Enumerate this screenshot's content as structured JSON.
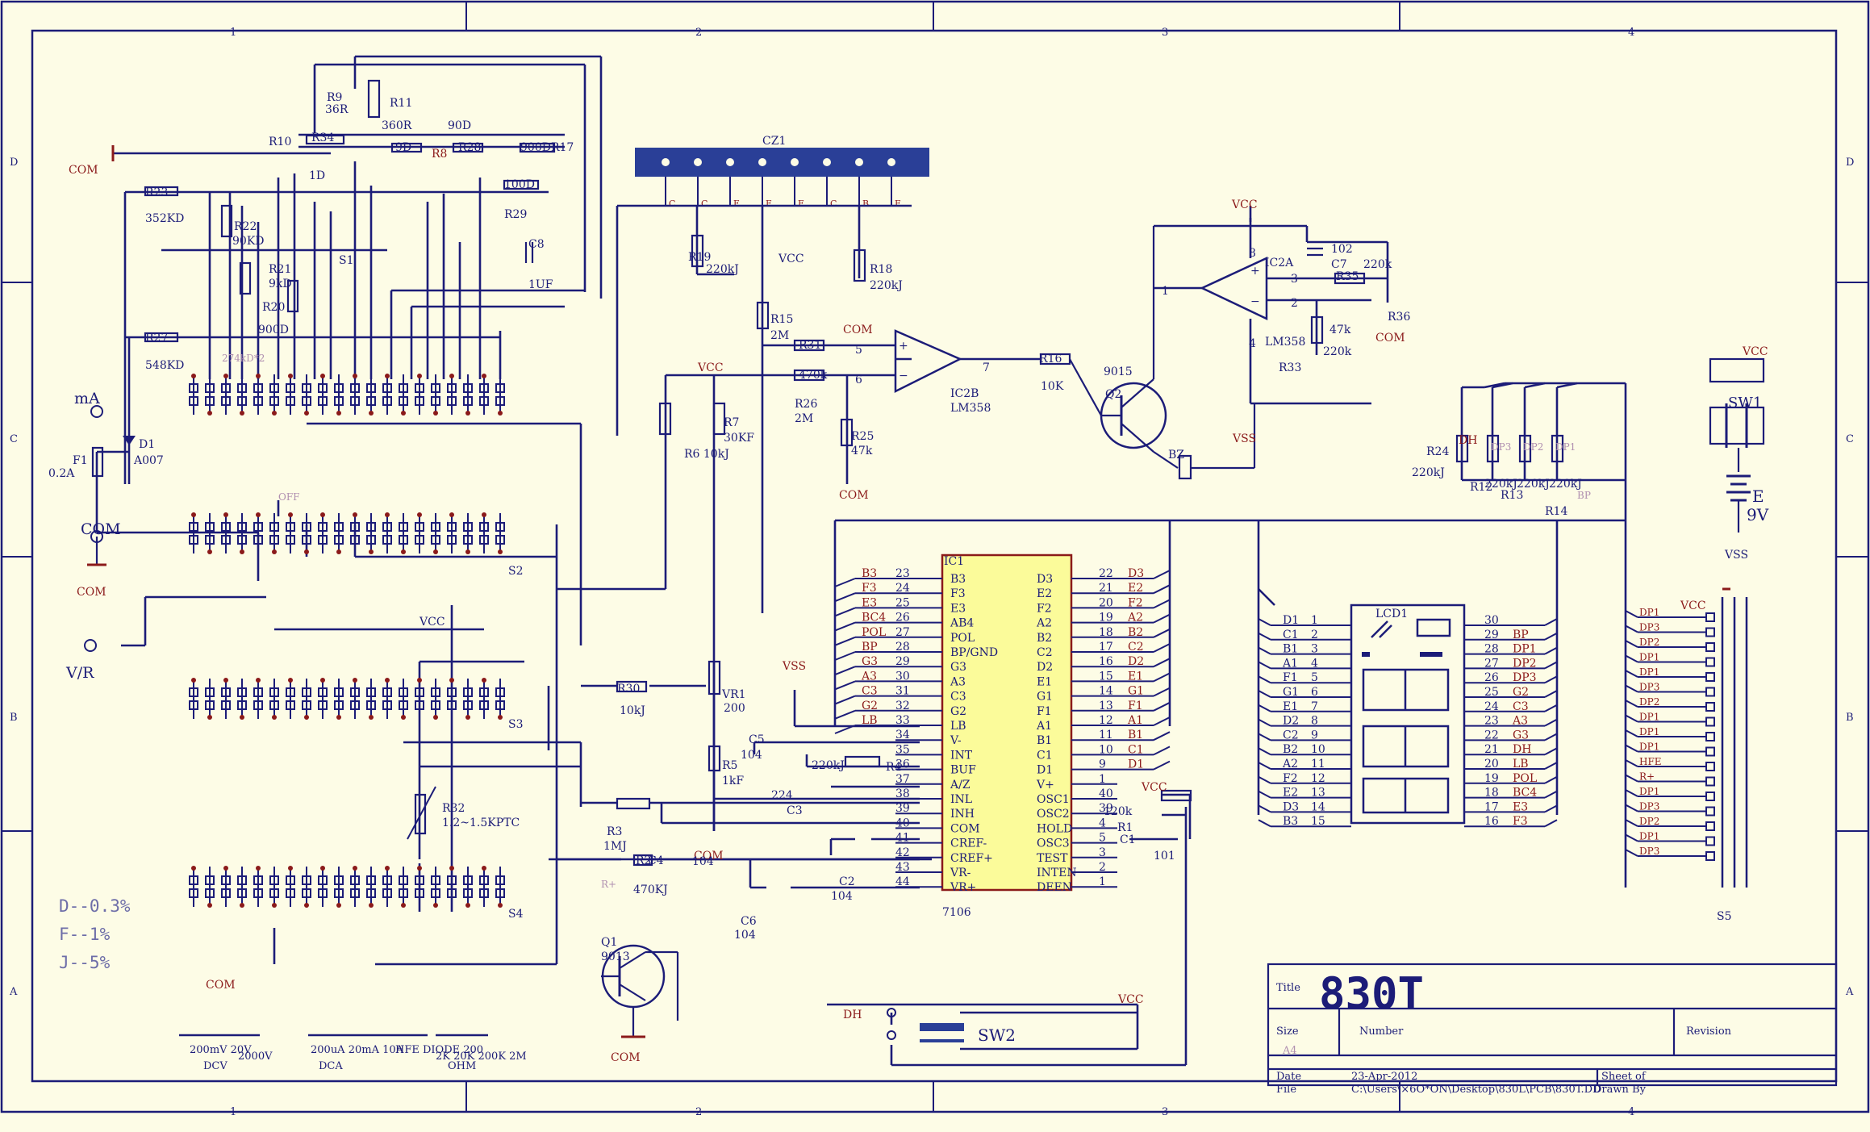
{
  "frame": {
    "zones_top": [
      "1",
      "2",
      "3",
      "4"
    ],
    "zones_side": [
      "D",
      "C",
      "B",
      "A"
    ]
  },
  "title_block": {
    "title_label": "Title",
    "title": "830T",
    "size_label": "Size",
    "size": "A4",
    "number_label": "Number",
    "revision_label": "Revision",
    "date_label": "Date",
    "date": "23-Apr-2012",
    "sheet_label": "Sheet of",
    "file_label": "File",
    "file": "C:\\Users\\×6O*ON\\Desktop\\830L\\PCB\\830T.DD",
    "drawn_label": "Drawn By"
  },
  "tolerance_notes": [
    "D--0.3%",
    "F--1%",
    "J--5%"
  ],
  "terminals": {
    "ma": "mA",
    "com": "COM",
    "vr": "V/R"
  },
  "nets": {
    "com": "COM",
    "vcc": "VCC",
    "vss": "VSS",
    "rplus": "R+"
  },
  "connector": {
    "ref": "CZ1",
    "pins": [
      "C",
      "C",
      "E",
      "E",
      "E",
      "C",
      "B",
      "E"
    ]
  },
  "switch_groups": {
    "s1": "S1",
    "s2": "S2",
    "s3": "S3",
    "s4": "S4",
    "s5": "S5",
    "sw1": "SW1",
    "sw2": "SW2"
  },
  "range_labels": [
    {
      "text": "200mV 20V",
      "group": "DCV"
    },
    {
      "text": "2000V",
      "group": ""
    },
    {
      "text": "200uA 20mA 10A",
      "group": "DCA"
    },
    {
      "text": "HFE DIODE 200",
      "group": "OHM"
    },
    {
      "text": "2K 20K 200K 2M",
      "group": ""
    }
  ],
  "components": {
    "r9": "R9",
    "r9v": "36R",
    "r11": "R11",
    "r11v": "360R",
    "r10": "R10",
    "r34": "R34",
    "v90d": "90D",
    "v9d": "9D",
    "r8": "R8",
    "r28": "R28",
    "v900d": "900DR17",
    "v1d": "1D",
    "r23": "R23",
    "r23v": "352KD",
    "r22": "R22",
    "r22v": "90KD",
    "v100d": "100D",
    "r29": "R29",
    "r21": "R21",
    "r21v": "9kD",
    "r20": "R20",
    "r20v": "900D",
    "c8": "C8",
    "c8v": "1UF",
    "r27": "R27",
    "r27v": "548KD",
    "r274": "274kD*2",
    "f1": "F1",
    "f1v": "0.2A",
    "d1": "D1",
    "d1v": "A007",
    "off": "OFF",
    "r19": "R19",
    "r19v": "220kJ",
    "r18": "R18",
    "r18v": "220kJ",
    "r15": "R15",
    "r15v": "2M",
    "r31": "R31",
    "r470k": "470k",
    "r26": "R26",
    "r26v": "2M",
    "r25": "R25",
    "r25v": "47k",
    "r7": "R7",
    "r7v": "30KF",
    "r6": "R6 10kJ",
    "ic2b": "IC2B",
    "ic2bv": "LM358",
    "r16": "R16",
    "r16v": "10K",
    "q2": "Q2",
    "q2v": "9015",
    "bz": "BZ",
    "ic2a": "IC2A",
    "ic2av": "LM358",
    "c102": "102",
    "c7": "C7",
    "r35": "R35",
    "r220k": "220k",
    "r36": "R36",
    "r47k": "47k",
    "r33": "R33",
    "r33v": "220k",
    "r24": "R24",
    "r24v": "220kJ",
    "dh": "DH",
    "dp3": "DP3",
    "dp2": "DP2",
    "dp1": "DP1",
    "r12": "R12",
    "r13": "R13",
    "r14": "R14",
    "r220kj": "220kJ",
    "bp": "BP",
    "battery": "E",
    "battery_v": "9V",
    "r30": "R30",
    "r30v": "10kJ",
    "vr1": "VR1",
    "vr1v": "200",
    "c5": "C5",
    "c5v": "104",
    "r4": "R4",
    "r4v": "220kJ",
    "r5": "R5",
    "r5v": "1kF",
    "c3": "C3",
    "c3v": "224",
    "r3": "R3",
    "r3v": "1MJ",
    "r2": "R2",
    "r2v": "470KJ",
    "c4": "C4",
    "c4v": "104",
    "c2": "C2",
    "c2v": "104",
    "c6": "C6",
    "c6v": "104",
    "r32": "R32",
    "r32v": "1.2~1.5KPTC",
    "q1": "Q1",
    "q1v": "9013",
    "ic1": "IC1",
    "ic1v": "7106",
    "r1": "R1",
    "r1v": "120k",
    "c1": "C1",
    "c1v": "101",
    "lcd1": "LCD1"
  },
  "ic1_left_pins": [
    {
      "net": "B3",
      "num": "23",
      "name": "B3"
    },
    {
      "net": "F3",
      "num": "24",
      "name": "F3"
    },
    {
      "net": "E3",
      "num": "25",
      "name": "E3"
    },
    {
      "net": "BC4",
      "num": "26",
      "name": "AB4"
    },
    {
      "net": "POL",
      "num": "27",
      "name": "POL"
    },
    {
      "net": "BP",
      "num": "28",
      "name": "BP/GND"
    },
    {
      "net": "G3",
      "num": "29",
      "name": "G3"
    },
    {
      "net": "A3",
      "num": "30",
      "name": "A3"
    },
    {
      "net": "C3",
      "num": "31",
      "name": "C3"
    },
    {
      "net": "G2",
      "num": "32",
      "name": "G2"
    },
    {
      "net": "LB",
      "num": "33",
      "name": "LB"
    },
    {
      "net": "",
      "num": "34",
      "name": "V-"
    },
    {
      "net": "",
      "num": "35",
      "name": "INT"
    },
    {
      "net": "",
      "num": "36",
      "name": "BUF"
    },
    {
      "net": "",
      "num": "37",
      "name": "A/Z"
    },
    {
      "net": "",
      "num": "38",
      "name": "INL"
    },
    {
      "net": "",
      "num": "39",
      "name": "INH"
    },
    {
      "net": "",
      "num": "40",
      "name": "COM"
    },
    {
      "net": "",
      "num": "41",
      "name": "CREF-"
    },
    {
      "net": "",
      "num": "42",
      "name": "CREF+"
    },
    {
      "net": "",
      "num": "43",
      "name": "VR-"
    },
    {
      "net": "",
      "num": "44",
      "name": "VR+"
    }
  ],
  "ic1_right_pins": [
    {
      "name": "D3",
      "num": "22",
      "net": "D3"
    },
    {
      "name": "E2",
      "num": "21",
      "net": "E2"
    },
    {
      "name": "F2",
      "num": "20",
      "net": "F2"
    },
    {
      "name": "A2",
      "num": "19",
      "net": "A2"
    },
    {
      "name": "B2",
      "num": "18",
      "net": "B2"
    },
    {
      "name": "C2",
      "num": "17",
      "net": "C2"
    },
    {
      "name": "D2",
      "num": "16",
      "net": "D2"
    },
    {
      "name": "E1",
      "num": "15",
      "net": "E1"
    },
    {
      "name": "G1",
      "num": "14",
      "net": "G1"
    },
    {
      "name": "F1",
      "num": "13",
      "net": "F1"
    },
    {
      "name": "A1",
      "num": "12",
      "net": "A1"
    },
    {
      "name": "B1",
      "num": "11",
      "net": "B1"
    },
    {
      "name": "C1",
      "num": "10",
      "net": "C1"
    },
    {
      "name": "D1",
      "num": "9",
      "net": "D1"
    },
    {
      "name": "V+",
      "num": "1",
      "net": ""
    },
    {
      "name": "OSC1",
      "num": "40",
      "net": ""
    },
    {
      "name": "OSC2",
      "num": "39",
      "net": ""
    },
    {
      "name": "HOLD",
      "num": "4",
      "net": ""
    },
    {
      "name": "OSC3",
      "num": "5",
      "net": ""
    },
    {
      "name": "TEST",
      "num": "3",
      "net": ""
    },
    {
      "name": "INTEN",
      "num": "2",
      "net": ""
    },
    {
      "name": "DEEN",
      "num": "1",
      "net": ""
    }
  ],
  "lcd_left_pins": [
    {
      "net": "D1",
      "num": "1"
    },
    {
      "net": "C1",
      "num": "2"
    },
    {
      "net": "B1",
      "num": "3"
    },
    {
      "net": "A1",
      "num": "4"
    },
    {
      "net": "F1",
      "num": "5"
    },
    {
      "net": "G1",
      "num": "6"
    },
    {
      "net": "E1",
      "num": "7"
    },
    {
      "net": "D2",
      "num": "8"
    },
    {
      "net": "C2",
      "num": "9"
    },
    {
      "net": "B2",
      "num": "10"
    },
    {
      "net": "A2",
      "num": "11"
    },
    {
      "net": "F2",
      "num": "12"
    },
    {
      "net": "E2",
      "num": "13"
    },
    {
      "net": "D3",
      "num": "14"
    },
    {
      "net": "B3",
      "num": "15"
    }
  ],
  "lcd_right_pins": [
    {
      "num": "30",
      "net": ""
    },
    {
      "num": "29",
      "net": "BP"
    },
    {
      "num": "28",
      "net": "DP1"
    },
    {
      "num": "27",
      "net": "DP2"
    },
    {
      "num": "26",
      "net": "DP3"
    },
    {
      "num": "25",
      "net": "G2"
    },
    {
      "num": "24",
      "net": "C3"
    },
    {
      "num": "23",
      "net": "A3"
    },
    {
      "num": "22",
      "net": "G3"
    },
    {
      "num": "21",
      "net": "DH"
    },
    {
      "num": "20",
      "net": "LB"
    },
    {
      "num": "19",
      "net": "POL"
    },
    {
      "num": "18",
      "net": "BC4"
    },
    {
      "num": "17",
      "net": "E3"
    },
    {
      "num": "16",
      "net": "F3"
    }
  ],
  "s5_labels": [
    "DP1",
    "DP3",
    "DP2",
    "DP1",
    "DP1",
    "DP3",
    "DP2",
    "DP1",
    "DP1",
    "DP1",
    "HFE",
    "R+",
    "DP1",
    "DP3",
    "DP2",
    "DP1",
    "DP3"
  ]
}
